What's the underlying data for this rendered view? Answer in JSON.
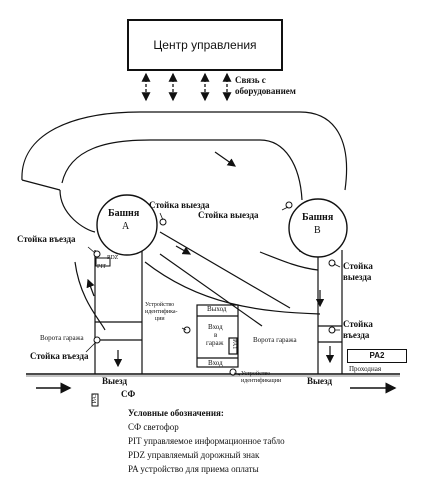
{
  "control_center": "Центр управления",
  "link_label": {
    "line1": "Связь с",
    "line2": "оборудованием"
  },
  "tower_a": {
    "line1": "Башня",
    "line2": "А"
  },
  "tower_b": {
    "line1": "Башня",
    "line2": "В"
  },
  "labels": {
    "exit_stand_top": "Стойка выезда",
    "entry_stand_left": "Стойка въезда",
    "exit_stand_right": "Стойка",
    "exit_stand_right2": "выезда",
    "entry_stand_right": "Стойка",
    "entry_stand_right2": "въезда",
    "entry_stand_bottom": "Стойка въезда",
    "gate_left": "Ворота гаража",
    "gate_right": "Ворота гаража",
    "ident_device_1": "Устройство",
    "ident_device_2": "идентифика-",
    "ident_device_3": "ции",
    "ident_device_b1": "Устройство",
    "ident_device_b2": "идентификации",
    "building_exit": "Выход",
    "building_entry": "Вход",
    "building_inside_1": "Вход",
    "building_inside_2": "в",
    "building_inside_3": "гараж",
    "pa1": "PA1",
    "pdz_small": "PDZ",
    "pit_small": "PIT",
    "pa3": "PA3",
    "exit_left": "Выезд",
    "exit_right": "Выезд",
    "sf": "СФ",
    "pa2": "PA2",
    "passage": "Проходная"
  },
  "legend": {
    "title": "Условные обозначения:",
    "items": [
      "СФ   светофор",
      "PIT   управляемое информационное табло",
      "PDZ управляемый дорожный знак",
      "PA устройство для приема оплаты"
    ]
  }
}
